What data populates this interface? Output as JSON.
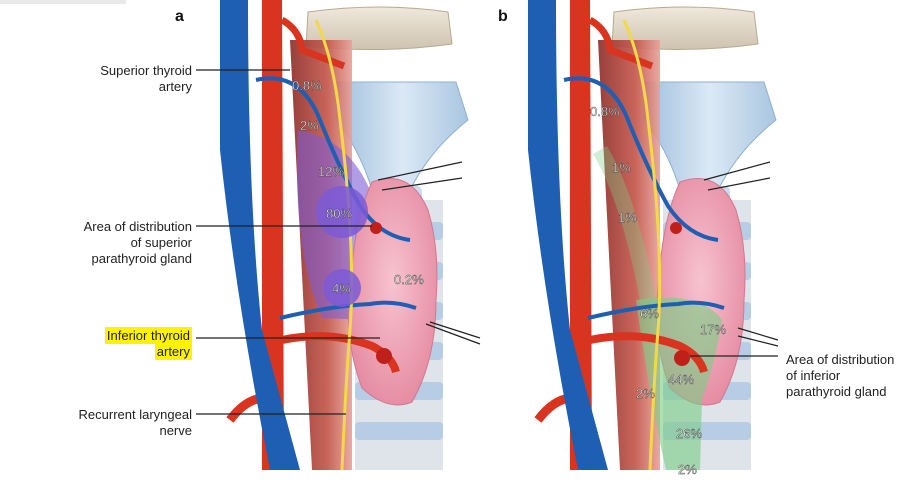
{
  "panels": {
    "a": {
      "letter": "a",
      "labels": {
        "superior_thyroid_artery": [
          "Superior thyroid",
          "artery"
        ],
        "area_superior": [
          "Area of distribution",
          "of superior",
          "parathyroid gland"
        ],
        "inferior_thyroid_artery": [
          "Inferior thyroid",
          "artery"
        ],
        "recurrent_laryngeal_nerve": [
          "Recurrent laryngeal",
          "nerve"
        ]
      },
      "percentages": [
        "0.8%",
        "2%",
        "12%",
        "80%",
        "4%",
        "0.2%"
      ]
    },
    "b": {
      "letter": "b",
      "labels": {
        "area_inferior": [
          "Area of distribution",
          "of inferior",
          "parathyroid gland"
        ]
      },
      "percentages": [
        "0.8%",
        "1%",
        "1%",
        "6%",
        "17%",
        "44%",
        "2%",
        "26%",
        "2%"
      ]
    }
  },
  "highlight_color": "#fff200",
  "colors": {
    "artery": "#d9341f",
    "vein": "#1e5fb4",
    "thyroid": "#f2a9b8",
    "cartilage": "#b9d3ea",
    "muscle": "#b5483f",
    "superior_zone": "#7b5bd6",
    "inferior_zone": "#7bcf86",
    "nerve": "#f2d94a"
  }
}
